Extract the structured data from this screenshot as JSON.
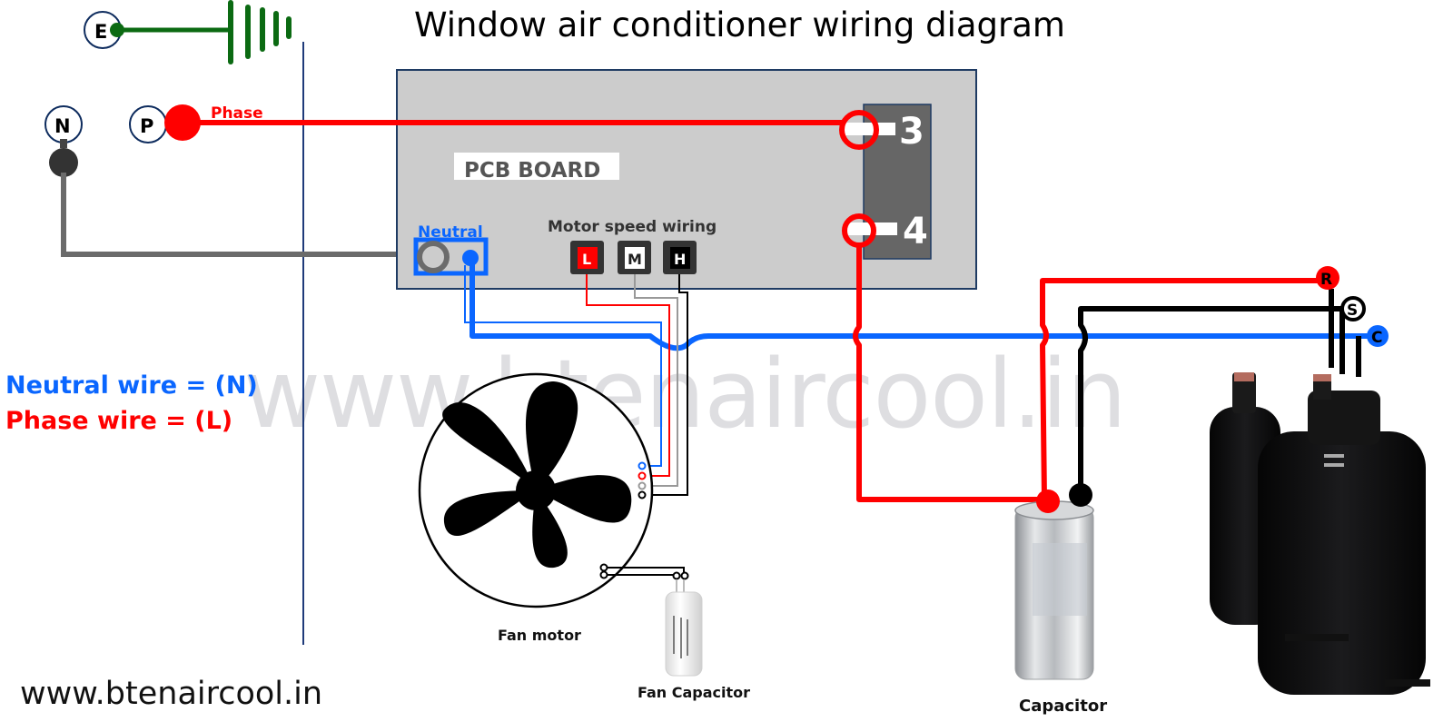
{
  "title": "Window air conditioner wiring diagram",
  "watermark": "www.btenaircool.in",
  "footer": "www.btenaircool.in",
  "colors": {
    "phase": "#ff0000",
    "neutral": "#0a66ff",
    "earth": "#0b6a12",
    "black": "#000000",
    "pcb_fill": "#cccccc",
    "relay_fill": "#666666",
    "border": "#1f3b63"
  },
  "supply": {
    "earth_label": "E",
    "neutral_label": "N",
    "phase_label": "P",
    "phase_wire_label": "Phase"
  },
  "pcb": {
    "label": "PCB BOARD",
    "neutral_label": "Neutral",
    "motor_speed_label": "Motor speed wiring",
    "speed_terminals": [
      {
        "label": "L",
        "color": "#ff0000"
      },
      {
        "label": "M",
        "color": "#ffffff"
      },
      {
        "label": "H",
        "color": "#000000"
      }
    ],
    "relay_terminals": [
      "3",
      "4"
    ]
  },
  "legend": {
    "neutral": "Neutral wire = (N)",
    "phase": "Phase wire = (L)"
  },
  "components": {
    "fan_motor": "Fan motor",
    "fan_capacitor": "Fan Capacitor",
    "capacitor": "Capacitor",
    "compressor_terminals": [
      "R",
      "S",
      "C"
    ]
  }
}
